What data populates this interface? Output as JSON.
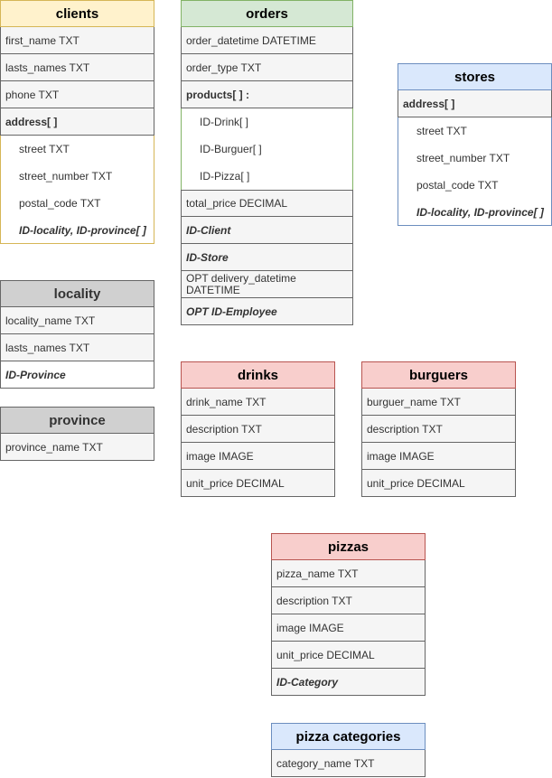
{
  "clients": {
    "title": "clients",
    "first_name": "first_name TXT",
    "lasts_names": "lasts_names TXT",
    "phone": "phone TXT",
    "address": "address[ ]",
    "street": "street TXT",
    "street_number": "street_number TXT",
    "postal_code": "postal_code TXT",
    "id_locality": "ID-locality, ID-province[ ]"
  },
  "orders": {
    "title": "orders",
    "order_datetime": "order_datetime DATETIME",
    "order_type": "order_type TXT",
    "products": "products[  ] :",
    "id_drink": "ID-Drink[ ]",
    "id_burguer": "ID-Burguer[ ]",
    "id_pizza": "ID-Pizza[ ]",
    "total_price": "total_price DECIMAL",
    "id_client": "ID-Client",
    "id_store": "ID-Store",
    "delivery_datetime": "OPT delivery_datetime DATETIME",
    "id_employee": "OPT ID-Employee"
  },
  "stores": {
    "title": "stores",
    "address": "address[ ]",
    "street": "street TXT",
    "street_number": "street_number TXT",
    "postal_code": "postal_code TXT",
    "id_locality": "ID-locality, ID-province[ ]"
  },
  "locality": {
    "title": "locality",
    "locality_name": "locality_name TXT",
    "lasts_names": "lasts_names TXT",
    "id_province": "ID-Province"
  },
  "province": {
    "title": "province",
    "province_name": "province_name TXT"
  },
  "drinks": {
    "title": "drinks",
    "drink_name": "drink_name TXT",
    "description": "description TXT",
    "image": "image IMAGE",
    "unit_price": "unit_price DECIMAL"
  },
  "burguers": {
    "title": "burguers",
    "burguer_name": "burguer_name TXT",
    "description": "description TXT",
    "image": "image IMAGE",
    "unit_price": "unit_price DECIMAL"
  },
  "pizzas": {
    "title": "pizzas",
    "pizza_name": "pizza_name TXT",
    "description": "description TXT",
    "image": "image IMAGE",
    "unit_price": "unit_price DECIMAL",
    "id_category": "ID-Category"
  },
  "pizza_categories": {
    "title": "pizza categories",
    "category_name": "category_name TXT"
  },
  "colors": {
    "yellow_fill": "#fff2cc",
    "green_fill": "#d5e8d4",
    "blue_fill": "#dae8fc",
    "gray_fill": "#d0d0d0",
    "red_fill": "#f8cecc",
    "row_fill": "#f5f5f5"
  }
}
